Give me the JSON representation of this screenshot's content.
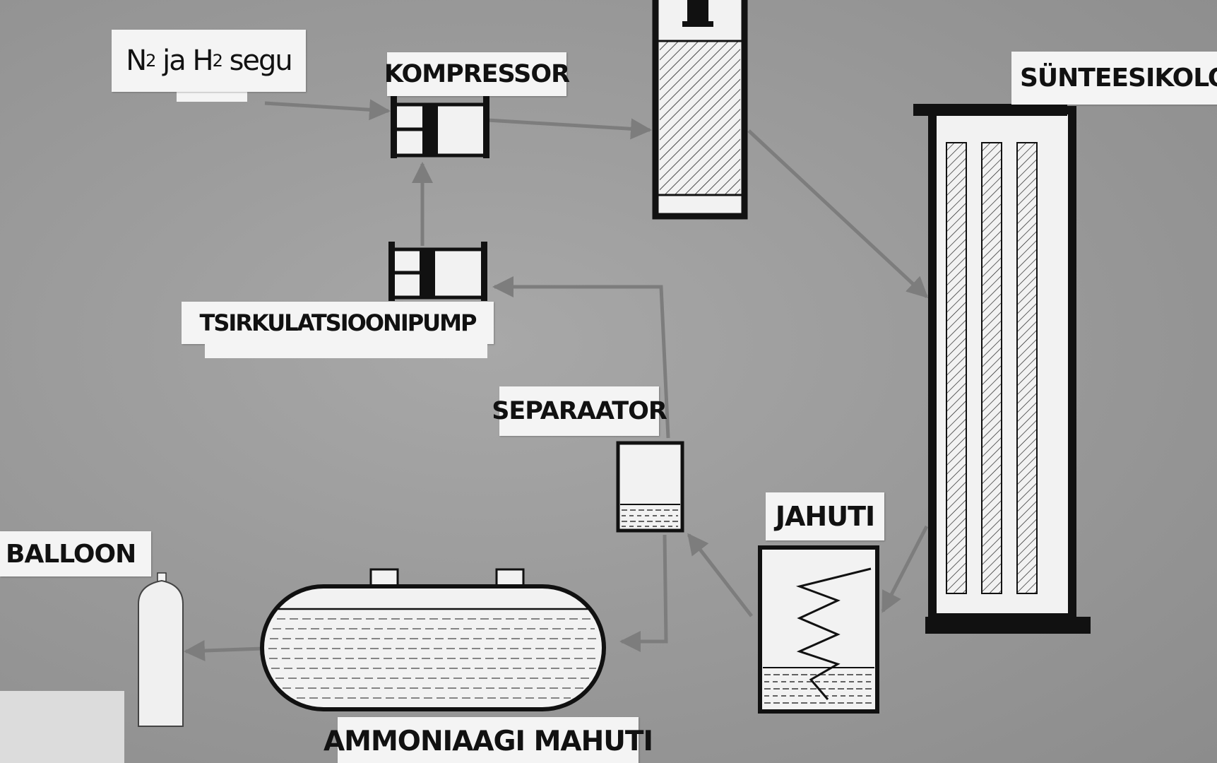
{
  "labels": {
    "gas_mix": {
      "n": "N",
      "n_sub": "2",
      "ja": " ja ",
      "h": "H",
      "h_sub": "2",
      "segu": " segu"
    },
    "compressor": "KOMPRESSOR",
    "circulation_pump": "TSIRKULATSIOONIPUMP",
    "synthesis_column": "SÜNTEESIKOLONN",
    "separator": "SEPARAATOR",
    "cooler": "JAHUTI",
    "balloon": "BALLOON",
    "ammonia_tank": "AMMONIAAGI MAHUTI"
  },
  "colors": {
    "background": "#9b9b9b",
    "label_paper": "#f4f4f4",
    "ink": "#111111",
    "arrow": "#7d7d7d"
  }
}
